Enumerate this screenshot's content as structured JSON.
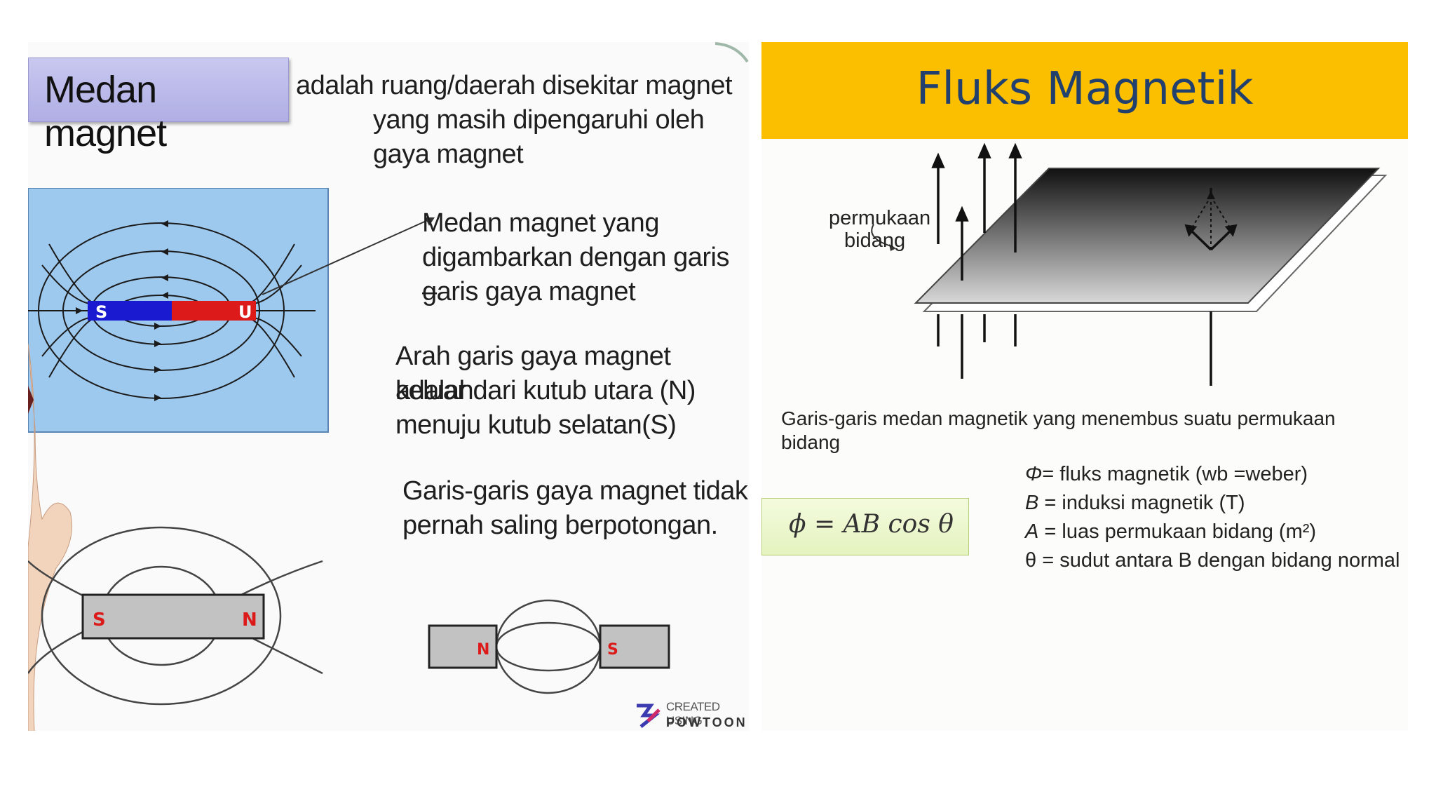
{
  "left_slide": {
    "title": "Medan magnet",
    "definition_line1": "adalah ruang/daerah disekitar magnet",
    "definition_line2": "yang masih dipengaruhi oleh",
    "definition_line3": "gaya magnet",
    "callout_line1": "Medan magnet  yang",
    "callout_line2": "digambarkan dengan garis –",
    "callout_line3": "garis gaya magnet",
    "direction_line1": "Arah garis gaya magnet adalah",
    "direction_line2": "keluar dari kutub utara (N)",
    "direction_line3": "menuju kutub selatan(S)",
    "nocross_line1": "Garis-garis gaya magnet tidak",
    "nocross_line2": "pernah saling berpotongan.",
    "magnet1_left": "S",
    "magnet1_right": "U",
    "magnet2_left": "S",
    "magnet2_right": "N",
    "magnet3_left": "N",
    "magnet3_right": "S",
    "watermark_line1": "CREATED USING",
    "watermark_line2": "POWTOON",
    "colors": {
      "blue_pole": "#1a1ad0",
      "red_pole": "#dd1a1a",
      "diagram_bg": "#9ec9ef",
      "title_tag": "#bcbbea"
    }
  },
  "right_slide": {
    "title": "Fluks Magnetik",
    "plane_label_line1": "permukaan",
    "plane_label_line2": "bidang",
    "caption_line1": "Garis-garis medan magnetik yang menembus suatu permukaan",
    "caption_line2": "bidang",
    "formula": "ϕ = AB cos θ",
    "defs": [
      {
        "sym": "Φ",
        "rest": "= fluks magnetik (wb =weber)"
      },
      {
        "sym": "B",
        "rest": " = induksi magnetik (T)"
      },
      {
        "sym": "A",
        "rest": " = luas permukaan bidang (m²)"
      },
      {
        "sym": "θ",
        "rest": " = sudut antara B dengan bidang normal"
      }
    ],
    "colors": {
      "banner": "#fbbf00",
      "title_text": "#22406e",
      "formula_bg": "#e9f5c9"
    }
  }
}
